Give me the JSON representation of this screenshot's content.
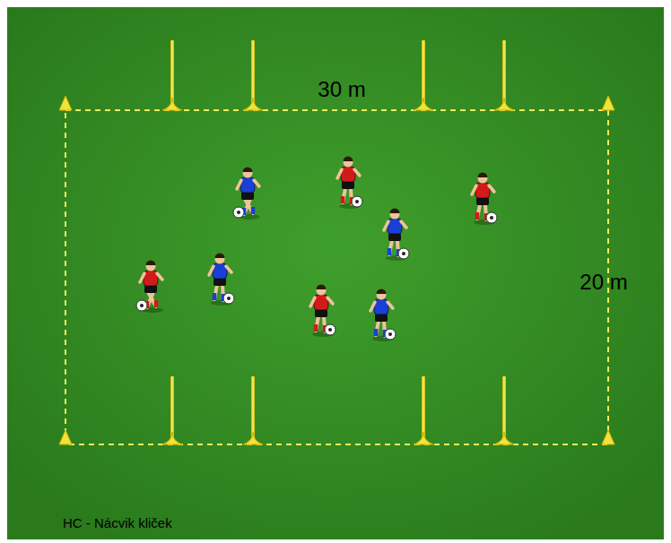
{
  "diagram": {
    "labels": [
      "30 m",
      "20 m",
      "HC - Nácvik kliček"
    ]
  }
}
